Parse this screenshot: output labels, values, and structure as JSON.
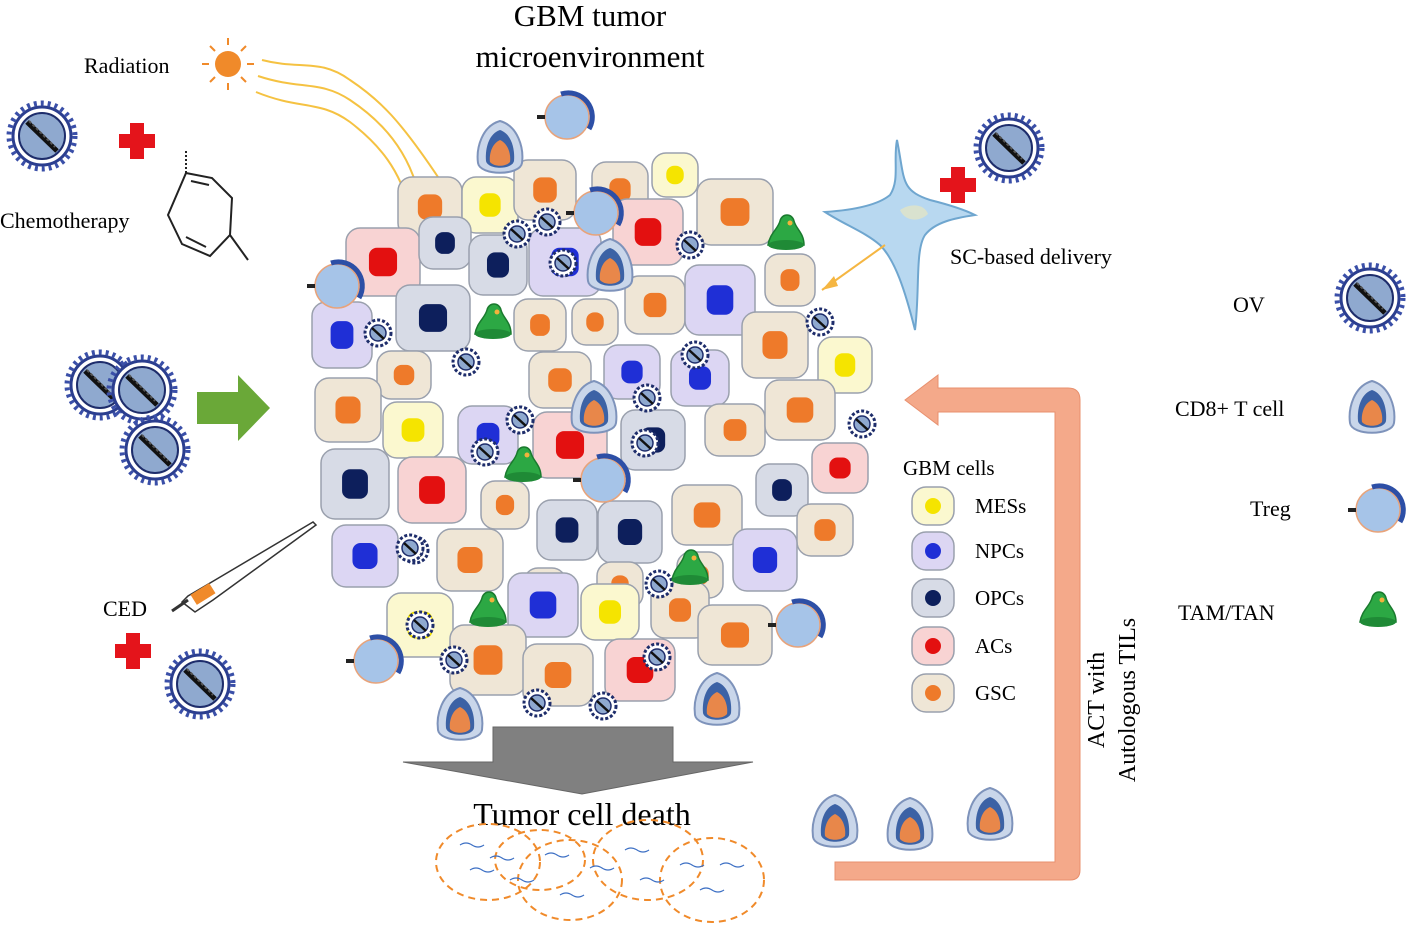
{
  "title": {
    "line1": "GBM tumor",
    "line2": "microenvironment"
  },
  "therapies": {
    "radiation": "Radiation",
    "chemotherapy": "Chemotherapy",
    "sc_delivery": "SC-based delivery",
    "ced": "CED",
    "act_line1": "ACT with",
    "act_line2": "Autologous TILs"
  },
  "outcome": "Tumor cell death",
  "gbm_legend": {
    "title": "GBM cells",
    "items": [
      {
        "label": "MESs",
        "fill": "#fbf8cf",
        "nucleus": "#f5e400"
      },
      {
        "label": "NPCs",
        "fill": "#dcd6f3",
        "nucleus": "#1f2fd6"
      },
      {
        "label": "OPCs",
        "fill": "#d7dbe6",
        "nucleus": "#0d1f5c"
      },
      {
        "label": "ACs",
        "fill": "#f8d3d3",
        "nucleus": "#e31010"
      },
      {
        "label": "GSC",
        "fill": "#efe6d6",
        "nucleus": "#ee7a2a"
      }
    ]
  },
  "key_legend": [
    {
      "label": "OV",
      "icon": "oncolytic-virus-icon"
    },
    {
      "label": "CD8+ T cell",
      "icon": "cd8-t-cell-icon"
    },
    {
      "label": "Treg",
      "icon": "treg-icon"
    },
    {
      "label": "TAM/TAN",
      "icon": "tam-tan-icon"
    }
  ],
  "colors": {
    "cross": "#e4141b",
    "arrow_green": "#6aa838",
    "act_arrow": "#f4a98a",
    "virus_blue": "#2b3e8f"
  }
}
